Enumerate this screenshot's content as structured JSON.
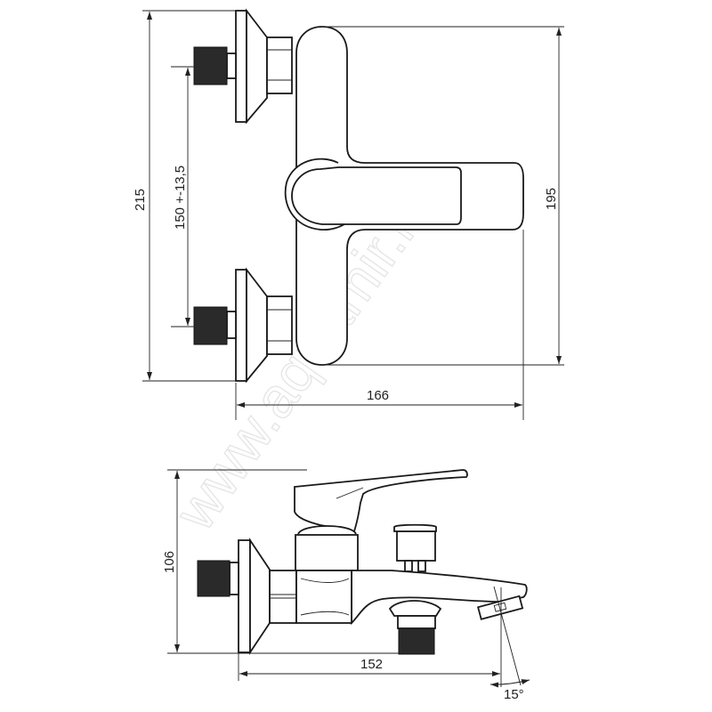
{
  "watermark": "www.aquamir.ru",
  "top_view": {
    "dimensions": {
      "overall_height": "215",
      "inlet_spacing": "150 +-13,5",
      "body_height": "195",
      "depth": "166"
    }
  },
  "side_view": {
    "dimensions": {
      "height": "106",
      "spout_length": "152",
      "spout_angle": "15°"
    }
  },
  "colors": {
    "line": "#1a1a1a",
    "thread": "#2a2a2a",
    "background": "#ffffff"
  }
}
